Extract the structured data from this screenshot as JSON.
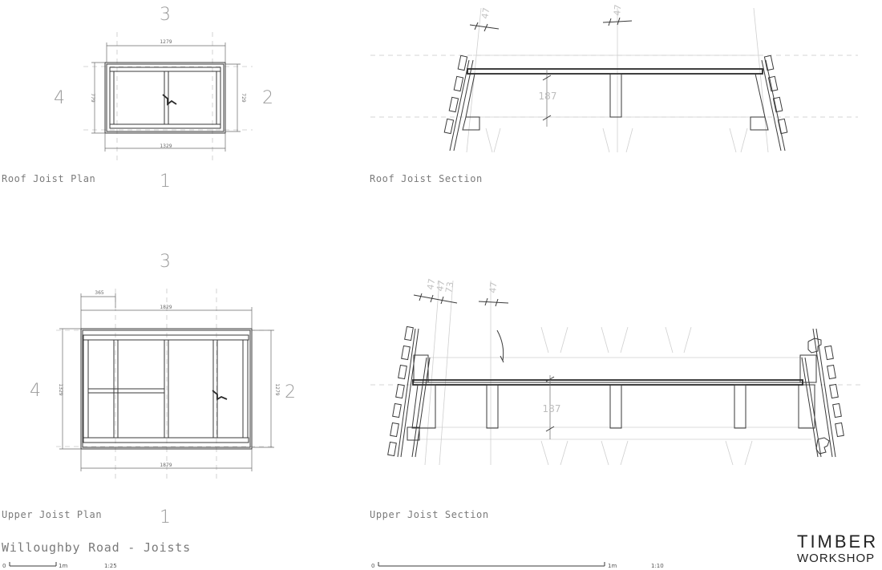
{
  "project": {
    "title": "Willoughby Road - Joists"
  },
  "logo": {
    "line1": "TIMBER",
    "line2": "WORKSHOP"
  },
  "roof_plan": {
    "title": "Roof Joist Plan",
    "side_labels": {
      "top": "3",
      "left": "4",
      "right": "2",
      "bottom": "1"
    },
    "dims": {
      "top": "1279",
      "left": "779",
      "right": "729",
      "bottom": "1329"
    }
  },
  "roof_section": {
    "title": "Roof Joist Section",
    "height_dim": "187",
    "angle_labels": [
      "47",
      "47"
    ]
  },
  "upper_plan": {
    "title": "Upper Joist Plan",
    "side_labels": {
      "top": "3",
      "left": "4",
      "right": "2",
      "bottom": "1"
    },
    "dims": {
      "offset": "365",
      "top": "1829",
      "left": "1329",
      "right": "1279",
      "bottom": "1879"
    }
  },
  "upper_section": {
    "title": "Upper Joist Section",
    "height_dim": "187",
    "angle_labels": [
      "47",
      "47",
      "73",
      "47"
    ]
  },
  "scale_bars": [
    {
      "start": "0",
      "end": "1m",
      "ratio": "1:25"
    },
    {
      "start": "0",
      "end": "1m",
      "ratio": "1:10"
    }
  ],
  "colors": {
    "line": "#3a3a3a",
    "label": "#9a9a9a",
    "construction": "#c8c8c8",
    "logo": "#222222"
  }
}
